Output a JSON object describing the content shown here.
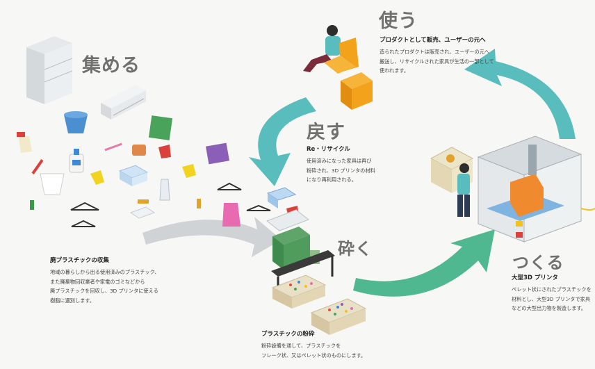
{
  "colors": {
    "teal": "#59bdbd",
    "green": "#4fb890",
    "grey_arrow": "#cfd3d6",
    "label": "#707070"
  },
  "atsumeru": {
    "title": "集める",
    "heading": "廃プラスチックの収集",
    "lines": [
      "地域の暮らしから出る使用済みのプラスチック、",
      "また廃棄物回収業者や家電のゴミなどから",
      "廃プラスチックを回収し、3D プリンタに使える",
      "樹脂に選別します。"
    ]
  },
  "kudaku": {
    "title": "砕く",
    "heading": "プラスチックの粉砕",
    "lines": [
      "粉砕設備を通して、プラスチックを",
      "フレーク状、又はペレット状のものにします。"
    ]
  },
  "tsukuru": {
    "title": "つくる",
    "heading": "大型3D プリンタ",
    "lines": [
      "ペレット状にされたプラスチックを",
      "材料とし、大型3D プリンタで家具",
      "などの大型出力物を製造します。"
    ]
  },
  "tsukau": {
    "title": "使う",
    "heading": "プロダクトとして販売、ユーザーの元へ",
    "lines": [
      "造られたプロダクトは販売され、ユーザーの元へ",
      "搬送し、リサイクルされた家具が生活の一部として",
      "使われます。"
    ]
  },
  "modosu": {
    "title": "戻す",
    "heading": "Re・リサイクル",
    "lines": [
      "使用済みになった家具は再び",
      "粉砕され、3D プリンタの材料",
      "になり再利用される。"
    ]
  }
}
